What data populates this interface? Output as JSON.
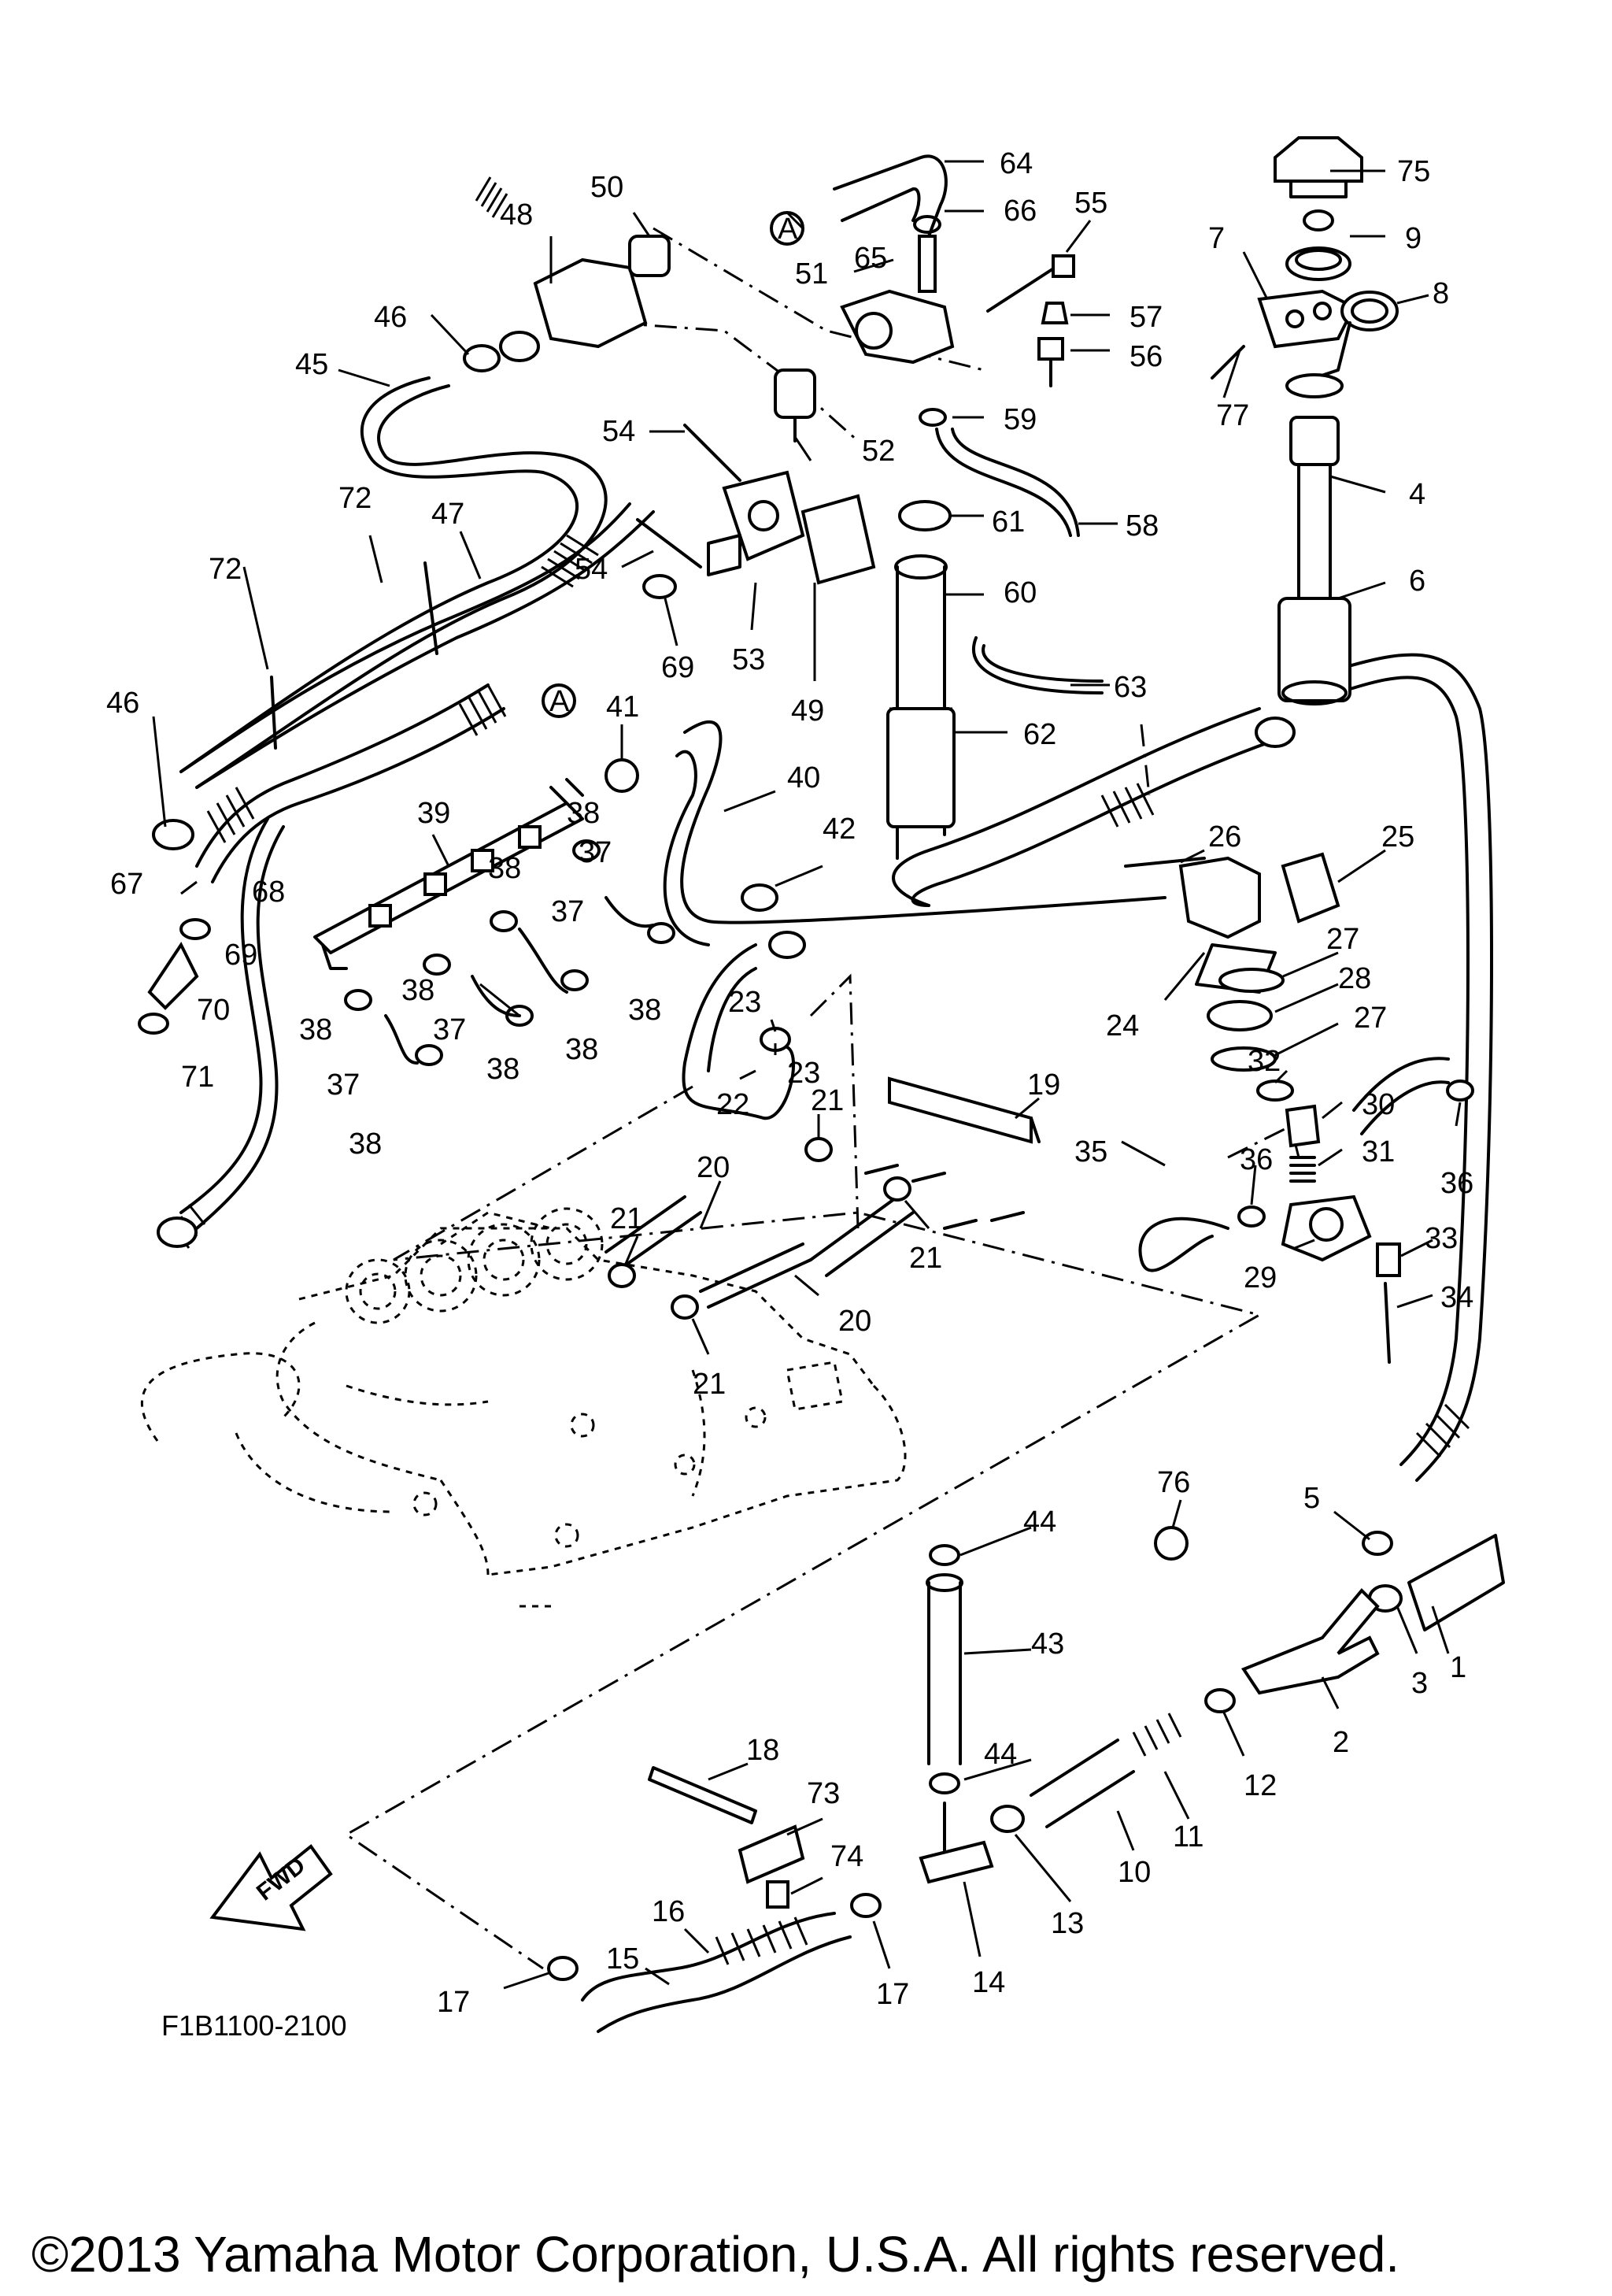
{
  "diagram": {
    "drawing_code": "F1B1100-2100",
    "copyright": "©2013 Yamaha Motor Corporation, U.S.A. All rights reserved.",
    "direction_marker": "FWD",
    "reference_marker": "A",
    "part_numbers": [
      "1",
      "2",
      "3",
      "4",
      "5",
      "6",
      "7",
      "8",
      "9",
      "10",
      "11",
      "12",
      "13",
      "14",
      "15",
      "16",
      "17",
      "18",
      "19",
      "20",
      "21",
      "22",
      "23",
      "24",
      "25",
      "26",
      "27",
      "28",
      "29",
      "30",
      "31",
      "32",
      "33",
      "34",
      "35",
      "36",
      "37",
      "38",
      "39",
      "40",
      "41",
      "42",
      "43",
      "44",
      "45",
      "46",
      "47",
      "48",
      "49",
      "50",
      "51",
      "52",
      "53",
      "54",
      "55",
      "56",
      "57",
      "58",
      "59",
      "60",
      "61",
      "62",
      "63",
      "64",
      "65",
      "66",
      "67",
      "68",
      "69",
      "70",
      "71",
      "72",
      "73",
      "74",
      "75",
      "76",
      "77"
    ]
  }
}
